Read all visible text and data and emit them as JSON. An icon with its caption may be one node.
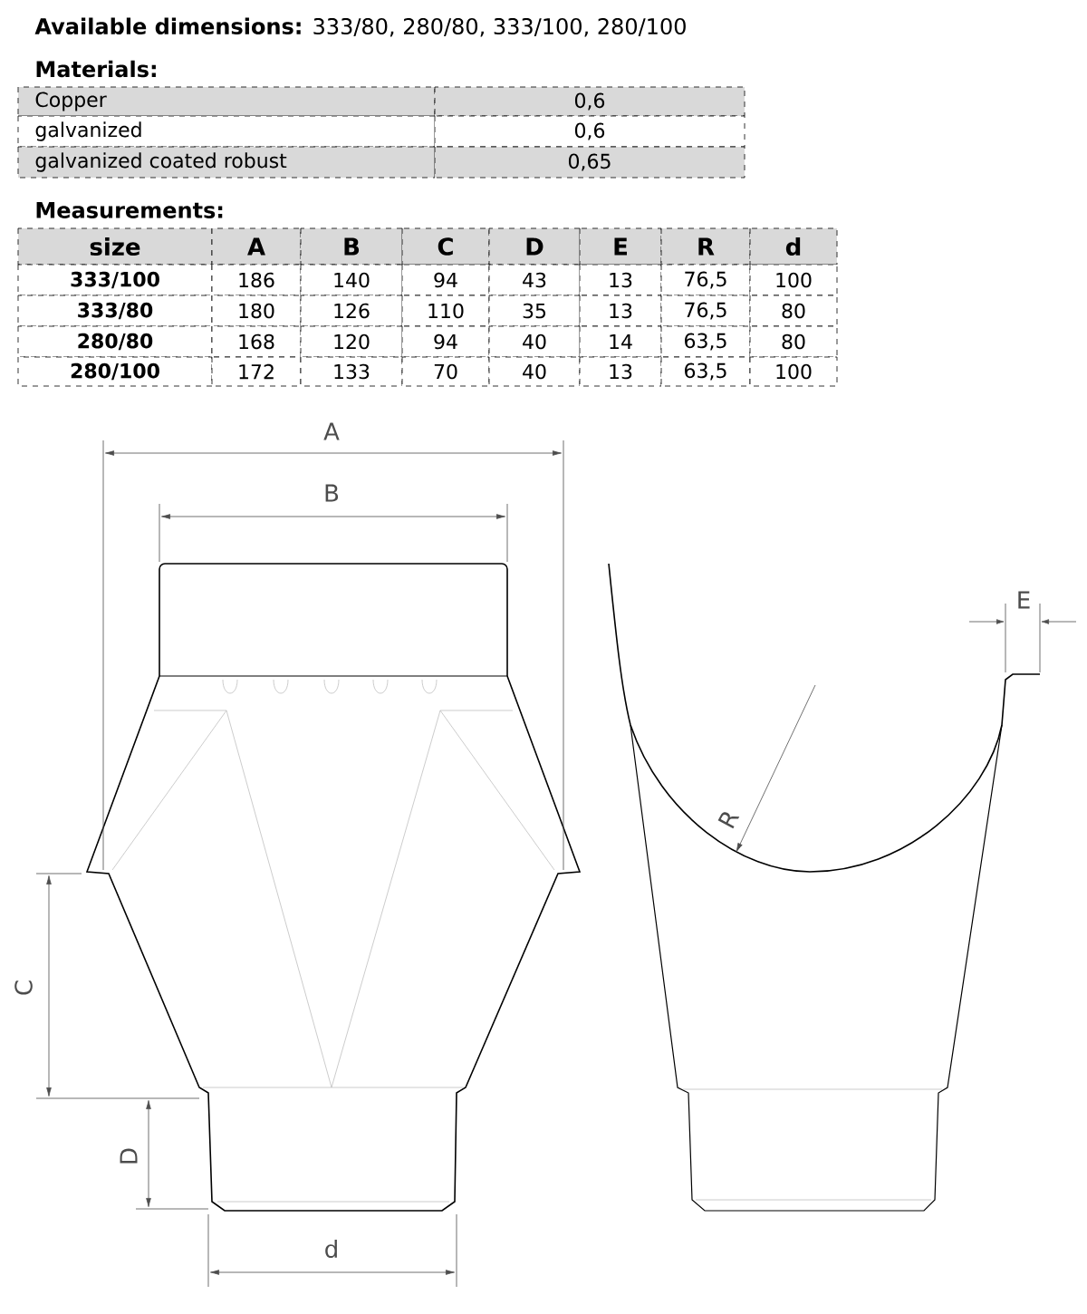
{
  "diagram": {
    "labels": [
      "**Available dimensions:** 333/80, 280/80, 333/100, 280/100",
      "Materials:",
      "Copper",
      "0,6",
      "galvanized",
      "0,6",
      "galvanized coated robust",
      "0,65",
      "Measurements:",
      "size",
      "A",
      "B",
      "C",
      "D",
      "E",
      "R",
      "d",
      "333/100",
      "186",
      "140",
      "94",
      "43",
      "13",
      "76,5",
      "100",
      "333/80",
      "180",
      "126",
      "110",
      "35",
      "13",
      "76,5",
      "80",
      "280/80",
      "168",
      "120",
      "94",
      "40",
      "14",
      "63,5",
      "80",
      "280/100",
      "172",
      "133",
      "70",
      "40",
      "13",
      "63,5",
      "100",
      "A",
      "B",
      "C",
      "D",
      "d",
      "R",
      "E"
    ]
  }
}
